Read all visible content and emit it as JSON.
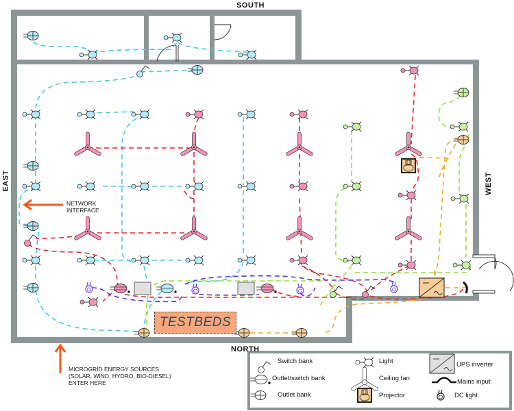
{
  "compass": {
    "south": "SOUTH",
    "north": "NORTH",
    "east": "EAST",
    "west": "WEST"
  },
  "annotations": {
    "network_interface": [
      "NETWORK",
      "INTERFACE"
    ],
    "microgrid": [
      "MICROGRID ENERGY SOURCES",
      "(SOLAR, WIND, HYDRO, BIO-DIESEL)",
      "ENTER HERE"
    ],
    "testbeds": "TESTBEDS"
  },
  "legend": {
    "items": [
      {
        "icon": "switch-bank-icon",
        "label": "Switch bank"
      },
      {
        "icon": "outlet-switch-bank-icon",
        "label": "Outlet/switch bank"
      },
      {
        "icon": "outlet-bank-icon",
        "label": "Outlet bank"
      },
      {
        "icon": "light-icon",
        "label": "Light"
      },
      {
        "icon": "ceiling-fan-icon",
        "label": "Ceiling fan"
      },
      {
        "icon": "projector-icon",
        "label": "Projector"
      },
      {
        "icon": "ups-inverter-icon",
        "label": "UPS inverter"
      },
      {
        "icon": "mains-input-icon",
        "label": "Mains input"
      },
      {
        "icon": "dc-light-icon",
        "label": "DC light"
      }
    ]
  },
  "colors": {
    "wall": "#8c9696",
    "circuit_blue": "#3fc8ee",
    "circuit_red": "#e8262b",
    "circuit_green": "#8fe03a",
    "circuit_orange": "#f6a623",
    "circuit_purple": "#5a2ee0",
    "fill_blue": "#b4e9f7",
    "fill_pink": "#f792b8",
    "fill_green": "#c6f0a4",
    "fill_tan": "#f8cf98",
    "arrow": "#f05a1c",
    "testbeds_fill": "#f7a77b"
  }
}
